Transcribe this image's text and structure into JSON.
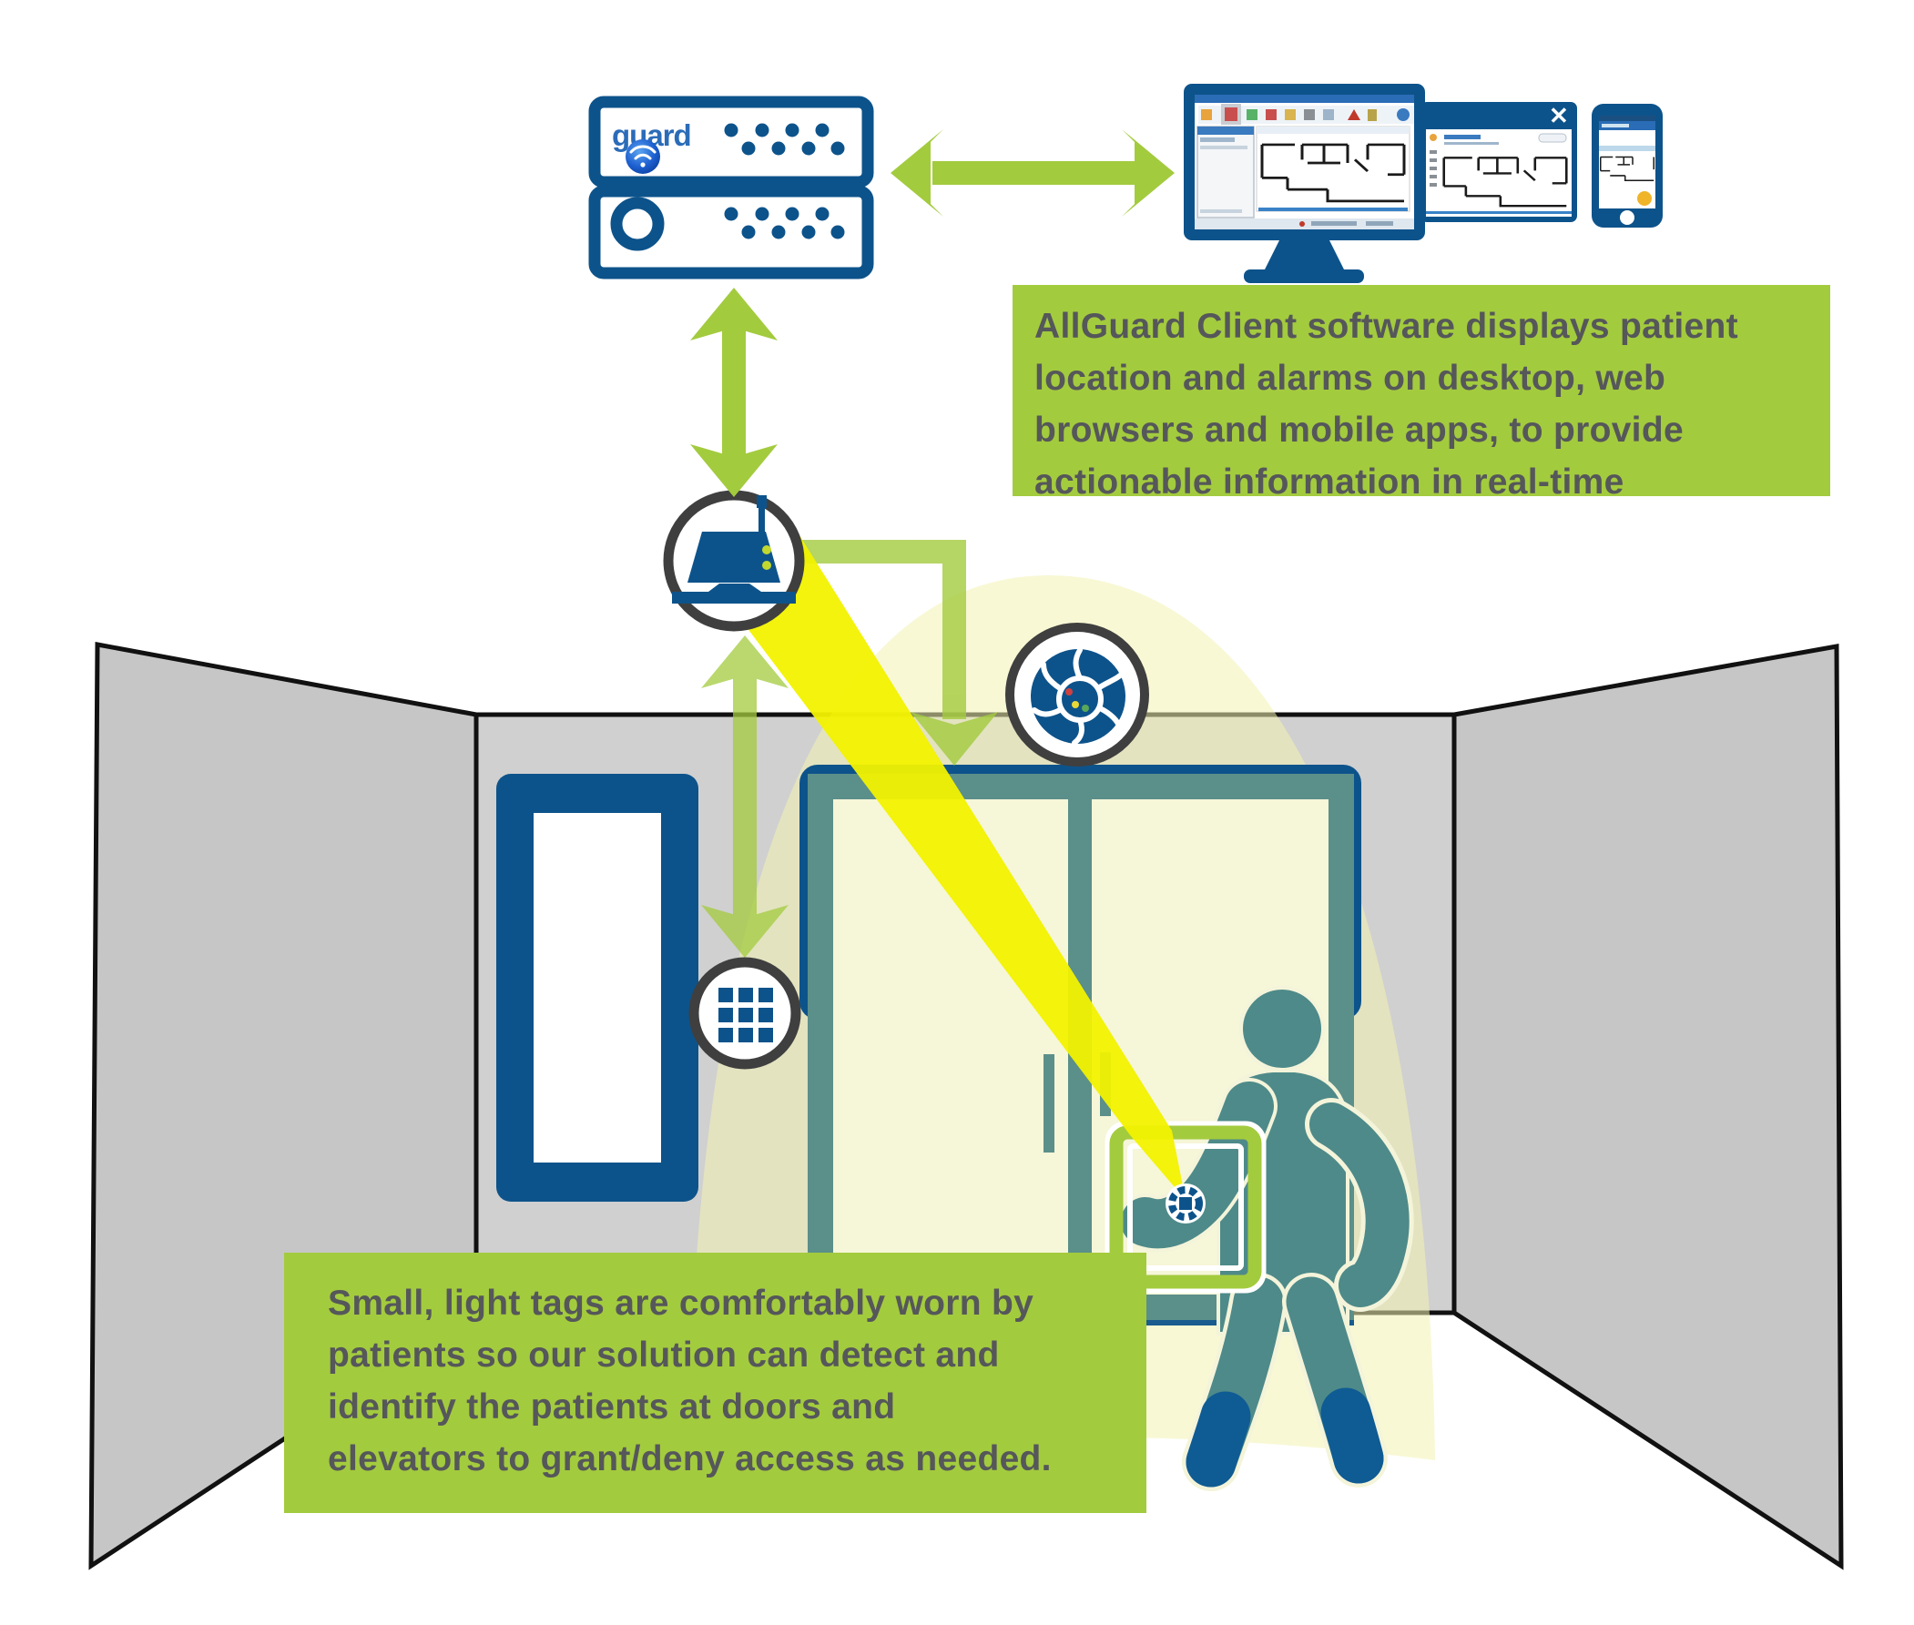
{
  "server": {
    "logo_text": "guard"
  },
  "callouts": {
    "top": {
      "lines": [
        "AllGuard Client software displays patient",
        "location and alarms on desktop, web",
        "browsers and mobile apps, to provide",
        "actionable information in real-time"
      ]
    },
    "bottom": {
      "lines": [
        "Small, light tags are comfortably worn by",
        "patients so our solution can detect and",
        "identify the patients at doors and",
        "elevators to grant/deny access as needed."
      ]
    }
  },
  "browser_window": {
    "close_glyph": "✕"
  },
  "colors": {
    "accent_green": "#a3cb3e",
    "dark_blue": "#0d538b",
    "person_teal": "#4e8a89",
    "door_teal": "#5b8f8a",
    "beam_yellow": "#f2f200",
    "glow_yellow": "#f2f2b2",
    "side_wall_gray": "#c6c6c6",
    "back_wall_gray": "#d0d0d0",
    "text_gray": "#55575a",
    "circle_outline": "#3f3f3f",
    "logo_blue": "#2b6cb8",
    "fab_orange": "#f0b429"
  }
}
